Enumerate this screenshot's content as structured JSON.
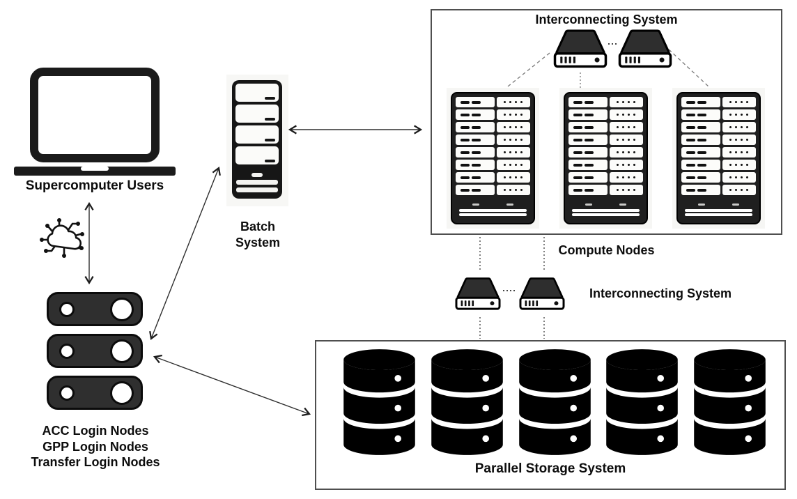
{
  "labels": {
    "users": "Supercomputer Users",
    "login_nodes": [
      "ACC Login Nodes",
      "GPP Login Nodes",
      "Transfer Login Nodes"
    ],
    "batch": "Batch System",
    "interconnect_top": "Interconnecting System",
    "compute": "Compute Nodes",
    "interconnect_mid": "Interconnecting System",
    "storage": "Parallel Storage System"
  },
  "structure": {
    "login_pill_count": 3,
    "batch_slot_count": 4,
    "rack_count": 3,
    "rack_row_count": 8,
    "switch_pair_count": 2,
    "storage_stack_count": 5,
    "storage_discs_per_stack": 3
  },
  "icons": {
    "laptop-icon": "laptop outline with base bar",
    "cloud-network-icon": "cloud with dotted connection spokes",
    "login-node-icon": "dark rounded pill with two circles",
    "server-tower-icon": "tower server with four drive bays",
    "rack-icon": "server rack with 8 slot rows",
    "switch-icon": "network switch, trapezoid with front ports",
    "database-icon": "stack of three disk cylinders"
  },
  "colors": {
    "ink": "#111111",
    "panel_fill": "#2f2f2f",
    "box_border": "#4f4f4f",
    "backdrop": "#f6f6f4",
    "arrow": "#2e2e2e",
    "dashed": "#777777"
  }
}
